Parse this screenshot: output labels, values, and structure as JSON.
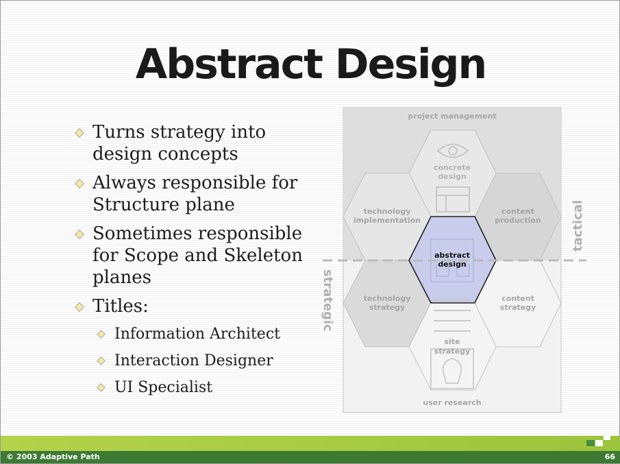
{
  "slide": {
    "title": "Abstract Design",
    "bullets": [
      "Turns strategy into design concepts",
      "Always responsible for Structure plane",
      "Sometimes responsible for Scope and Skeleton planes",
      "Titles:"
    ],
    "sub_bullets": [
      "Information Architect",
      "Interaction Designer",
      "UI Specialist"
    ]
  },
  "diagram": {
    "top_label": "project management",
    "bottom_label": "user research",
    "tactical_label": "tactical",
    "strategic_label": "strategic",
    "cells": {
      "concrete_design": [
        "concrete",
        "design"
      ],
      "technology_implementation": [
        "technology",
        "implementation"
      ],
      "content_production": [
        "content",
        "production"
      ],
      "abstract_design": [
        "abstract",
        "design"
      ],
      "technology_strategy": [
        "technology",
        "strategy"
      ],
      "content_strategy": [
        "content",
        "strategy"
      ],
      "site_strategy": [
        "site",
        "strategy"
      ]
    },
    "highlight_color": "#c9cdeb"
  },
  "footer": {
    "copyright": "© 2003 Adaptive Path",
    "page_number": "66"
  },
  "colors": {
    "footer_dark": "#3d7a33",
    "footer_light": "#b4d24a",
    "bullet_fill": "#f6e7a6"
  }
}
